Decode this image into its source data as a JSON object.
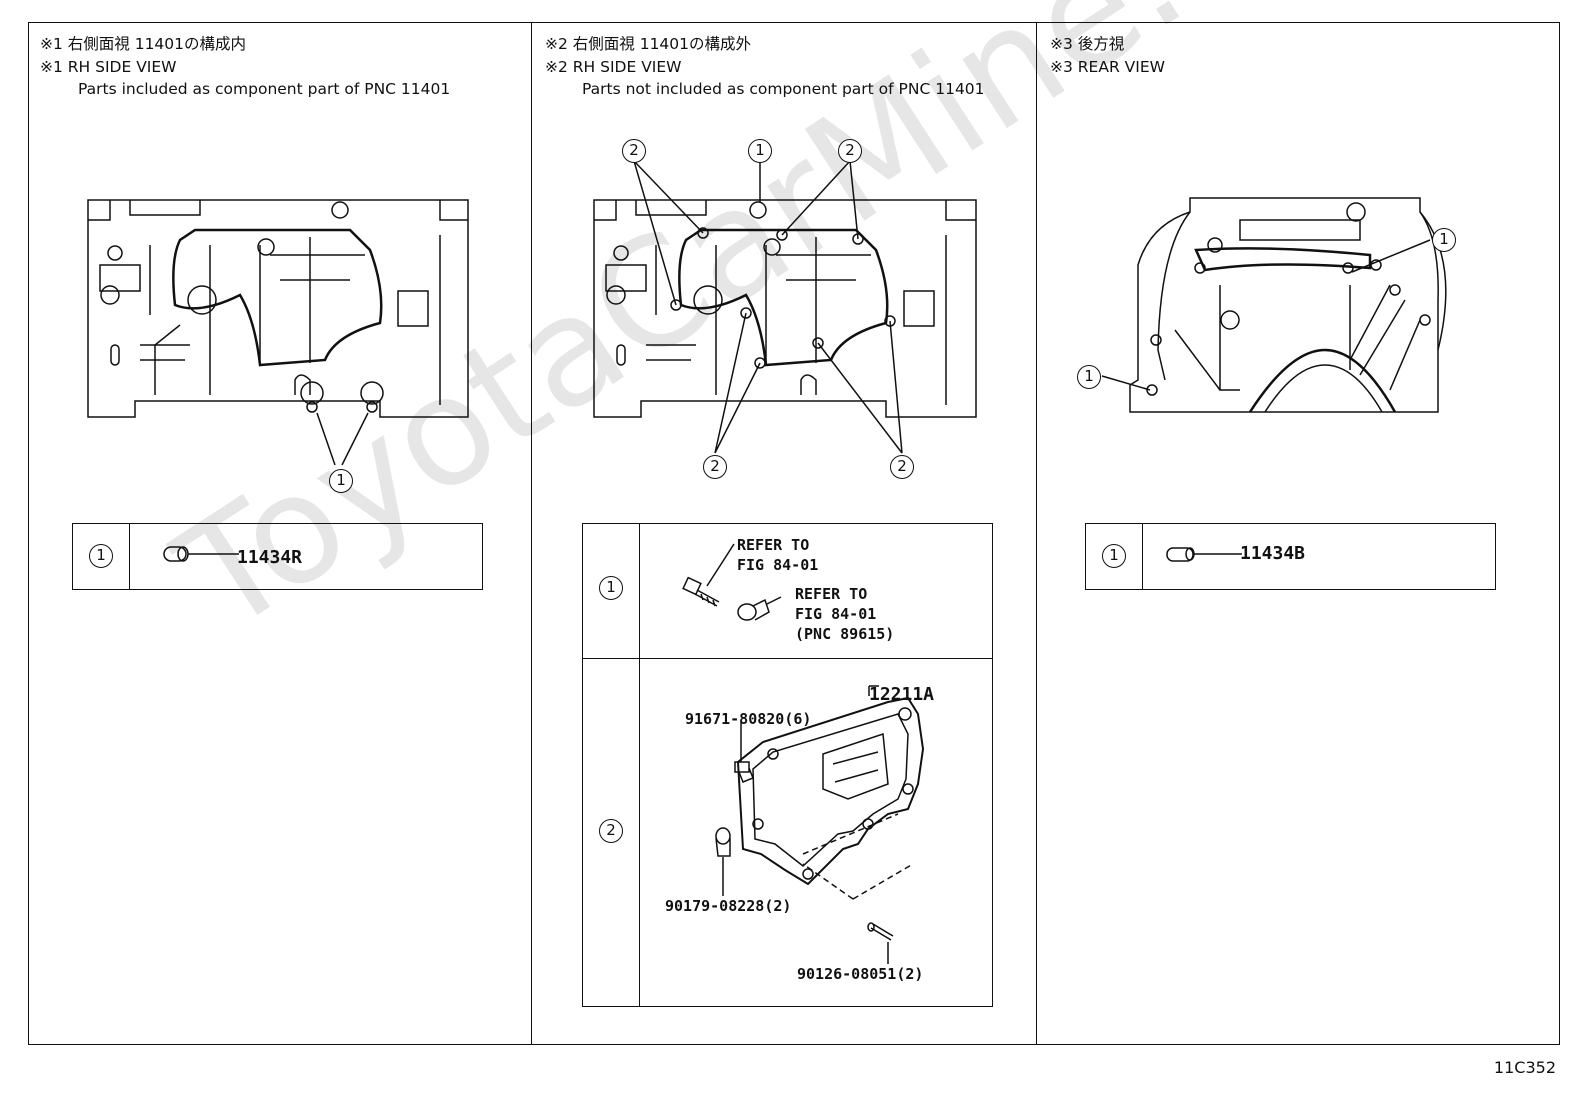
{
  "watermark": "ToyotaCarMine.ru",
  "figure_id": "11C352",
  "panel1": {
    "title_jp": "※1 右側面視 11401の構成内",
    "title_en": "※1 RH SIDE VIEW",
    "subtitle": "Parts included as component part of PNC 11401",
    "callout": "1",
    "table_row": {
      "ref": "1",
      "part": "11434R"
    }
  },
  "panel2": {
    "title_jp": "※2 右側面視 11401の構成外",
    "title_en": "※2 RH SIDE VIEW",
    "subtitle": "Parts not included as component part of PNC 11401",
    "callouts": {
      "c1": "1",
      "c2": "2"
    },
    "row1": {
      "ref": "1",
      "refer_a": "REFER TO\nFIG 84-01",
      "refer_b": "REFER TO\nFIG 84-01\n(PNC 89615)"
    },
    "row2": {
      "ref": "2",
      "main_part": "12211A",
      "part_a": "91671-80820(6)",
      "part_b": "90179-08228(2)",
      "part_c": "90126-08051(2)"
    }
  },
  "panel3": {
    "title_jp": "※3 後方視",
    "title_en": "※3 REAR VIEW",
    "callout": "1",
    "table_row": {
      "ref": "1",
      "part": "11434B"
    }
  }
}
